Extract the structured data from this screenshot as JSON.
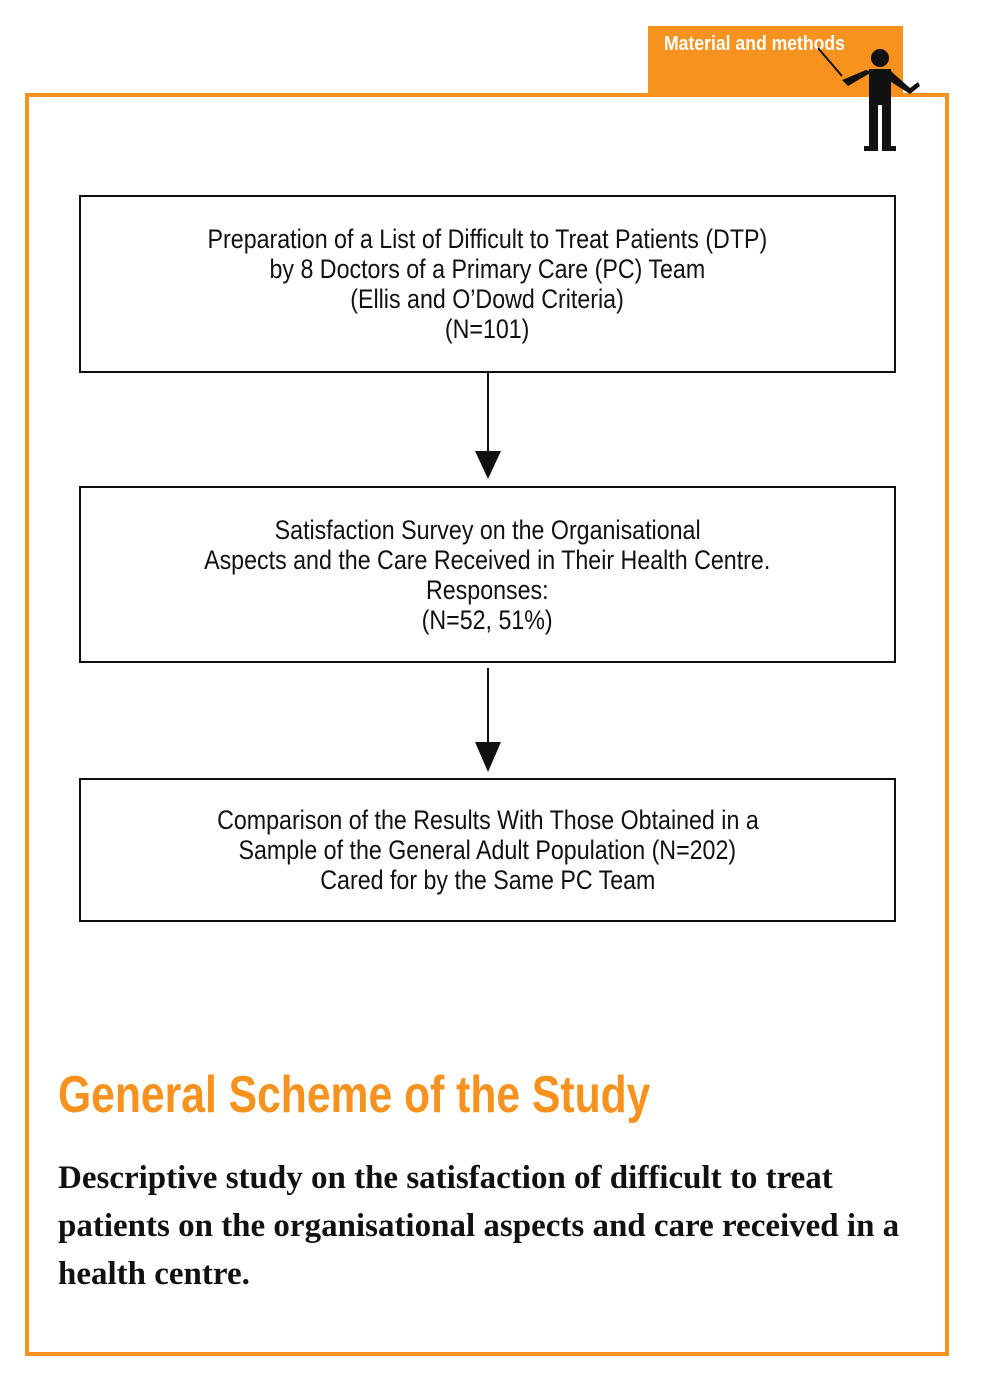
{
  "header": {
    "section_tab": "Material and methods",
    "icon": "presenter-with-pointer-icon",
    "accent_color": "#f7921e"
  },
  "diagram": {
    "boxes": [
      {
        "lines": [
          "Preparation of a List of Difficult to Treat Patients (DTP)",
          "by 8 Doctors of a Primary Care (PC) Team",
          "(Ellis and O’Dowd Criteria)",
          "(N=101)"
        ]
      },
      {
        "lines": [
          "Satisfaction Survey on the Organisational",
          "Aspects and the Care Received in Their Health Centre.",
          "Responses:",
          "(N=52, 51%)"
        ]
      },
      {
        "lines": [
          "Comparison of the Results With Those Obtained in a",
          "Sample of the General Adult Population (N=202)",
          "Cared for by the Same PC Team"
        ]
      }
    ],
    "connectors": [
      "box-1 to box-2",
      "box-2 to box-3"
    ]
  },
  "caption": {
    "title": "General Scheme of the Study",
    "text": "Descriptive study on the satisfaction of difficult to treat patients on the organisational aspects and care received in a health centre."
  }
}
